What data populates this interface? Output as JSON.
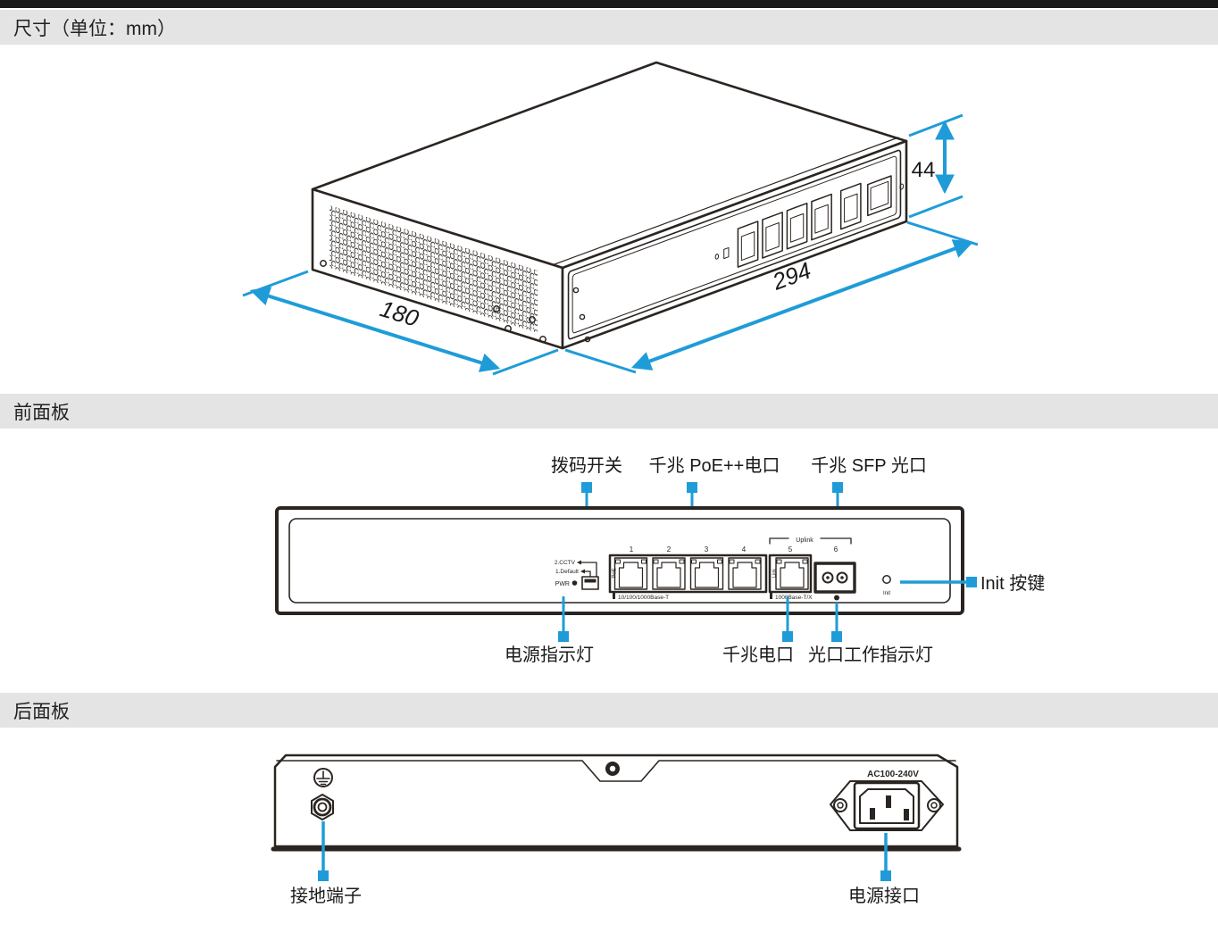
{
  "sections": {
    "dimensions_title": "尺寸（单位：mm）",
    "front_title": "前面板",
    "rear_title": "后面板"
  },
  "colors": {
    "accent_blue": "#1f9cd8",
    "line_dark": "#2b2521",
    "section_bar_bg": "#e4e4e4",
    "top_strip": "#191919"
  },
  "iso": {
    "height_mm": "44",
    "length_mm": "294",
    "depth_mm": "180"
  },
  "front": {
    "callout_dip": "拨码开关",
    "callout_poe": "千兆 PoE++电口",
    "callout_sfp": "千兆 SFP 光口",
    "callout_init": "Init 按键",
    "callout_pwr": "电源指示灯",
    "callout_ge": "千兆电口",
    "callout_optical": "光口工作指示灯",
    "dip_opt2": "2.CCTV",
    "dip_opt1": "1.Default",
    "pwr_label": "PWR",
    "poe_label": "PoE",
    "link_label": "Link",
    "uplink_label": "Uplink",
    "ports": [
      "1",
      "2",
      "3",
      "4",
      "5",
      "6"
    ],
    "bank1": "10/100/1000Base-T",
    "bank2": "1000Base-T/X",
    "init_label": "Init"
  },
  "rear": {
    "ac_label": "AC100-240V",
    "callout_ground": "接地端子",
    "callout_power": "电源接口"
  }
}
